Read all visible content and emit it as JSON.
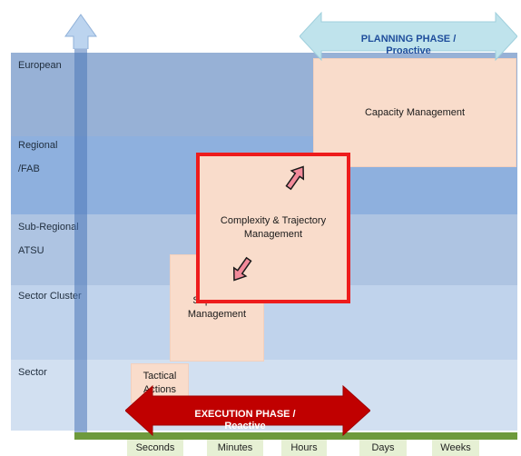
{
  "top_label": "",
  "levels": [
    {
      "name": "European",
      "sub": ""
    },
    {
      "name": "Regional",
      "sub": "/FAB"
    },
    {
      "name": "Sub-Regional",
      "sub": "ATSU"
    },
    {
      "name": "Sector Cluster",
      "sub": ""
    },
    {
      "name": "Sector",
      "sub": ""
    }
  ],
  "boxes": {
    "capacity": "Capacity Management",
    "complexity": "Complexity & Trajectory Management",
    "separation": "Separation Management",
    "tactical": "Tactical Actions"
  },
  "phases": {
    "planning_line1": "PLANNING PHASE /",
    "planning_line2": "Proactive",
    "execution_line1": "EXECUTION PHASE /",
    "execution_line2": "Reactive"
  },
  "timescale": [
    "Seconds",
    "Minutes",
    "Hours",
    "Days",
    "Weeks"
  ],
  "colors": {
    "european_band": "#97b1d6",
    "regional_band": "#8eb0de",
    "subregional_band": "#aec4e2",
    "cluster_band": "#c0d3ec",
    "sector_band": "#d2e0f1",
    "box_fill": "#f9dccb",
    "highlight_border": "#ee1c1c",
    "planning_arrow": "#bfe3ec",
    "execution_arrow": "#c00000",
    "timescale_bar": "#6e9a3c"
  }
}
